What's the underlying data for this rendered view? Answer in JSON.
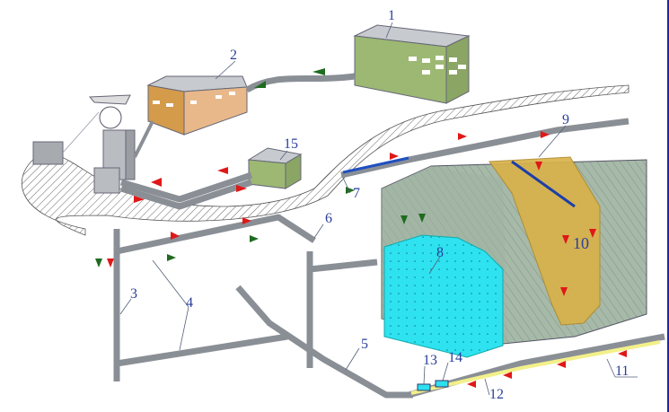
{
  "diagram": {
    "labels": {
      "l1": "1",
      "l2": "2",
      "l3": "3",
      "l4": "4",
      "l5": "5",
      "l6": "6",
      "l7": "7",
      "l8": "8",
      "l9": "9",
      "l10": "10",
      "l11": "11",
      "l12": "12",
      "l13": "13",
      "l14": "14",
      "l15": "15"
    },
    "colors": {
      "building_1": "#9cb873",
      "building_2": "#e8b27a",
      "building_15": "#9cb873",
      "ore_body": "#d8b24a",
      "water_zone": "#2de0ef",
      "rock": "#a9b8aa",
      "drift": "#b9bcc1",
      "fresh_air_arrow": "#1f6b1f",
      "exhaust_arrow": "#e01818"
    }
  }
}
